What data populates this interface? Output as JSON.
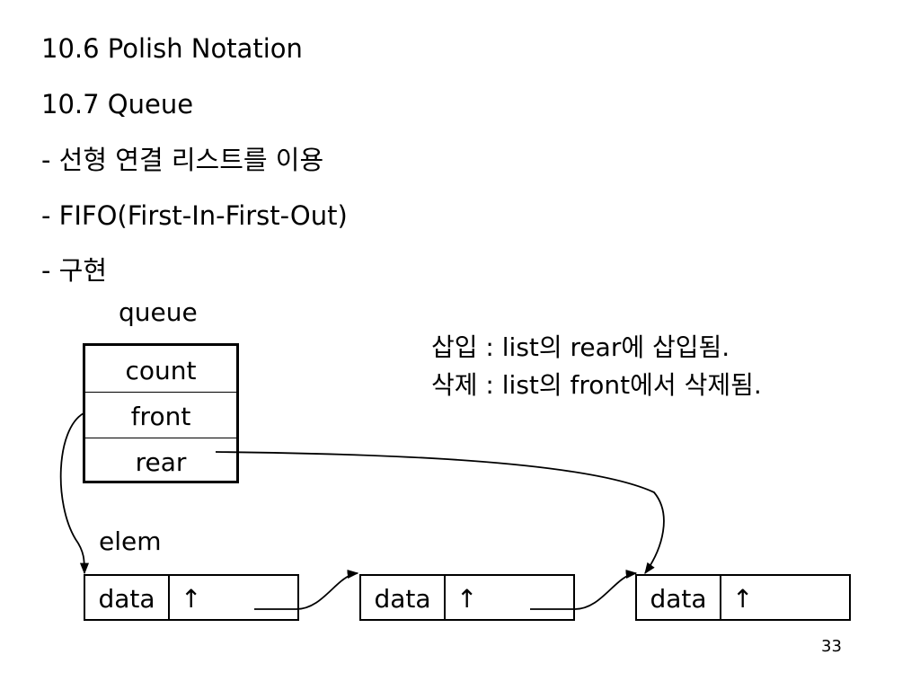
{
  "lines": [
    "10.6 Polish Notation",
    "10.7 Queue",
    "- 선형 연결 리스트를 이용",
    "- FIFO(First-In-First-Out)",
    "- 구현"
  ],
  "diagram": {
    "queue_label": "queue",
    "queue_fields": [
      "count",
      "front",
      "rear"
    ],
    "elem_label": "elem",
    "nodes": [
      {
        "data": "data",
        "pointer": "↑"
      },
      {
        "data": "data",
        "pointer": "↑"
      },
      {
        "data": "data",
        "pointer": "↑"
      }
    ],
    "notes": [
      "삽입 : list의 rear에 삽입됨.",
      "삭제 : list의 front에서 삭제됨."
    ]
  },
  "page_number": "33"
}
